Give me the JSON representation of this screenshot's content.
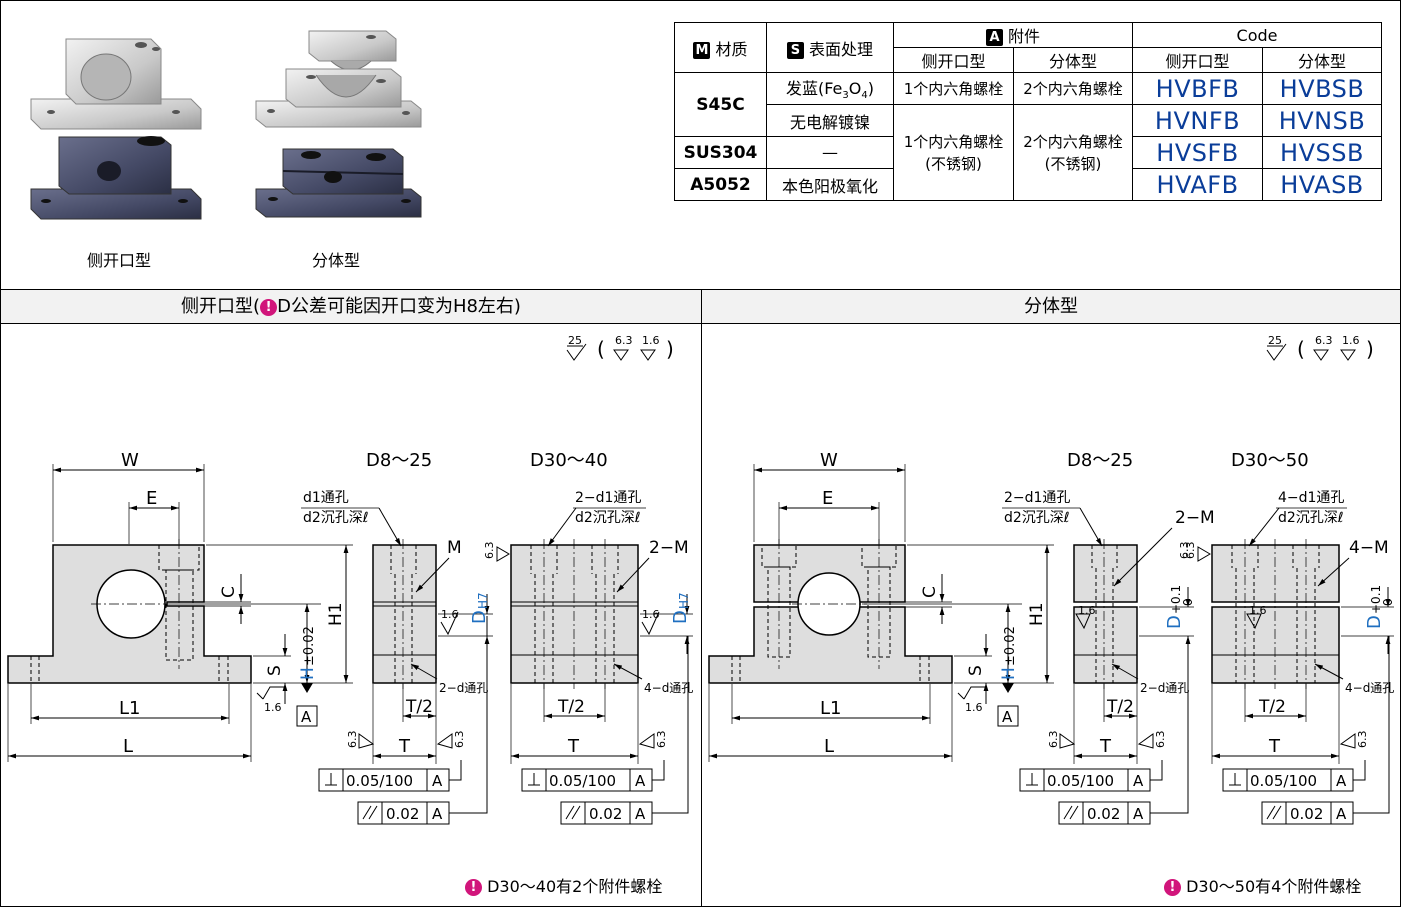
{
  "products": {
    "side_open_label": "侧开口型",
    "split_label": "分体型"
  },
  "spec_table": {
    "headers": {
      "material_key": "M",
      "material": "材质",
      "surface_key": "S",
      "surface": "表面处理",
      "accessory_key": "A",
      "accessory": "附件",
      "code": "Code",
      "side_open": "侧开口型",
      "split": "分体型"
    },
    "rows": {
      "s45c": "S45C",
      "sus304": "SUS304",
      "a5052": "A5052",
      "surface_blue_pre": "发蓝(Fe",
      "surface_blue_sub1": "3",
      "surface_blue_mid": "O",
      "surface_blue_sub2": "4",
      "surface_blue_post": ")",
      "surface_nickel": "无电解镀镍",
      "surface_none": "—",
      "surface_anodize": "本色阳极氧化",
      "acc_side_1": "1个内六角螺栓",
      "acc_split_1": "2个内六角螺栓",
      "acc_side_2a": "1个内六角螺栓",
      "acc_side_2b": "(不锈钢)",
      "acc_split_2a": "2个内六角螺栓",
      "acc_split_2b": "(不锈钢)",
      "code_hvbfb": "HVBFB",
      "code_hvbsb": "HVBSB",
      "code_hvnfb": "HVNFB",
      "code_hvnsb": "HVNSB",
      "code_hvsfb": "HVSFB",
      "code_hvssb": "HVSSB",
      "code_hvafb": "HVAFB",
      "code_hvasb": "HVASB"
    }
  },
  "panels": {
    "left_title": "侧开口型(",
    "left_title_note": "D公差可能因开口变为H8左右)",
    "right_title": "分体型",
    "warn_symbol": "!",
    "left_note": "D30～40有2个附件螺栓",
    "right_note": "D30～50有4个附件螺栓"
  },
  "left_drawing": {
    "roughness_main": "25",
    "roughness_a": "6.3",
    "roughness_b": "1.6",
    "W": "W",
    "E": "E",
    "C": "C",
    "H1": "H1",
    "H": "H",
    "H_tol": "±0.02",
    "S": "S",
    "L1": "L1",
    "L": "L",
    "A": "A",
    "D": "D",
    "D_tol": "H7",
    "rough_16": "1.6",
    "rough_63": "6.3",
    "range_small": "D8～25",
    "range_large": "D30～40",
    "d1_hole": "d1通孔",
    "d1_hole_2": "2−d1通孔",
    "d2_counter": "d2沉孔深ℓ",
    "M": "M",
    "M2": "2−M",
    "d_hole2": "2−d通孔",
    "d_hole4": "4−d通孔",
    "T": "T",
    "T_half": "T/2",
    "perp_tol": "0.05/100",
    "par_tol": "0.02"
  },
  "right_drawing": {
    "roughness_main": "25",
    "roughness_a": "6.3",
    "roughness_b": "1.6",
    "W": "W",
    "E": "E",
    "C": "C",
    "H1": "H1",
    "H": "H",
    "H_tol": "±0.02",
    "S": "S",
    "L1": "L1",
    "L": "L",
    "A": "A",
    "D": "D",
    "D_tol_plus": "+0.1",
    "D_tol_zero": "0",
    "rough_16": "1.6",
    "rough_63": "6.3",
    "range_small": "D8～25",
    "range_large": "D30～50",
    "d1_hole_2": "2−d1通孔",
    "d1_hole_4": "4−d1通孔",
    "d2_counter": "d2沉孔深ℓ",
    "M2": "2−M",
    "M4": "4−M",
    "d_hole2": "2−d通孔",
    "d_hole4": "4−d通孔",
    "T": "T",
    "T_half": "T/2",
    "perp_tol": "0.05/100",
    "par_tol": "0.02"
  },
  "colors": {
    "code_blue": "#0a3d99",
    "dim_blue": "#1f6fc0",
    "warn_pink": "#d1157b",
    "part_fill": "#dedede"
  }
}
